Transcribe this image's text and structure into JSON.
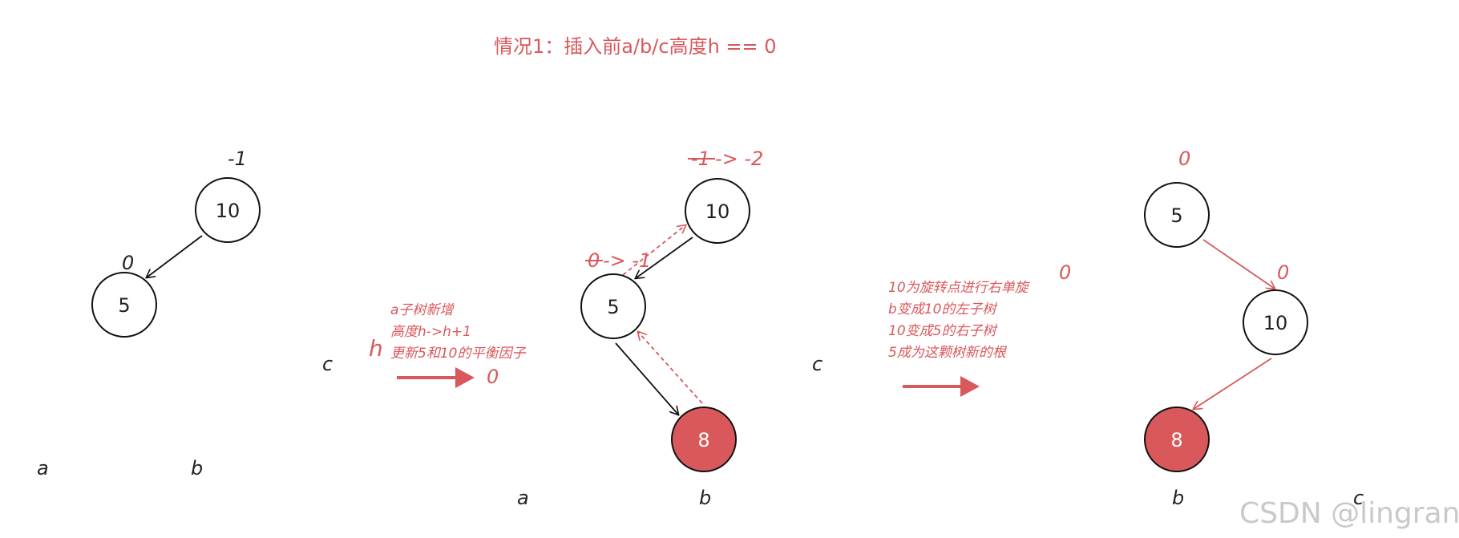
{
  "title": "情况1：插入前a/b/c高度h == 0",
  "colors": {
    "accent": "#d9585c",
    "node_fill_new": "#d9585c",
    "stroke": "#111111",
    "text": "#222222",
    "watermark": "#c9c9c9"
  },
  "panel1": {
    "node_10": "10",
    "node_5": "5",
    "bf_10": "-1",
    "bf_5": "0",
    "label_a": "a",
    "label_b": "b",
    "label_c": "c"
  },
  "step1": {
    "h_label": "h",
    "lines": [
      "a子树新增",
      "高度h->h+1",
      "更新5和10的平衡因子"
    ],
    "zero": "0"
  },
  "panel2": {
    "node_10": "10",
    "node_5": "5",
    "node_8": "8",
    "bf_10_old": "-1",
    "bf_10_new": "-> -2",
    "bf_5_old": "0",
    "bf_5_new": "-> -1",
    "label_a": "a",
    "label_b": "b",
    "label_c": "c"
  },
  "step2": {
    "lines": [
      "10为旋转点进行右单旋",
      "b变成10的左子树",
      "10变成5的右子树",
      "5成为这颗树新的根"
    ],
    "zero": "0"
  },
  "panel3": {
    "node_5": "5",
    "node_10": "10",
    "node_8": "8",
    "bf_5": "0",
    "bf_10": "0",
    "label_b": "b",
    "label_c": "c"
  },
  "watermark": "CSDN @lingran__"
}
